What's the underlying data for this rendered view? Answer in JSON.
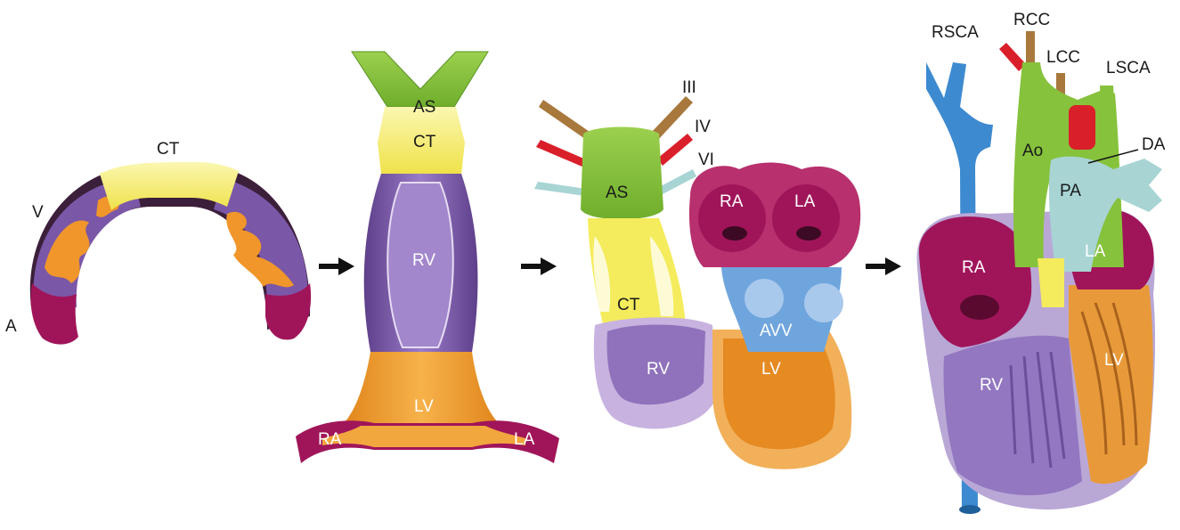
{
  "colors": {
    "atrium": "#a0155a",
    "atrium_dark": "#6d0e3c",
    "ventricle_primitive": "#7b57a8",
    "right_ventricle": "#9a82c4",
    "left_ventricle": "#ef9a2c",
    "conotruncus": "#f4ec5c",
    "aortic_sac": "#86c23c",
    "avv": "#6fa5dd",
    "red_arch": "#d9202a",
    "brown_arch": "#a8783c",
    "pale_arch": "#a8d4d4",
    "vein_blue": "#3d8ad0"
  },
  "stage1": {
    "label_ct": "CT",
    "label_v": "V",
    "label_a": "A"
  },
  "stage2": {
    "label_as": "AS",
    "label_ct": "CT",
    "label_rv": "RV",
    "label_lv": "LV",
    "label_ra": "RA",
    "label_la": "LA"
  },
  "stage3": {
    "label_iii": "III",
    "label_iv": "IV",
    "label_vi": "VI",
    "label_as": "AS",
    "label_ct": "CT",
    "label_ra": "RA",
    "label_la": "LA",
    "label_avv": "AVV",
    "label_rv": "RV",
    "label_lv": "LV"
  },
  "stage4": {
    "label_rsca": "RSCA",
    "label_rcc": "RCC",
    "label_lcc": "LCC",
    "label_lsca": "LSCA",
    "label_ao": "Ao",
    "label_da": "DA",
    "label_pa": "PA",
    "label_ra": "RA",
    "label_la": "LA",
    "label_rv": "RV",
    "label_lv": "LV"
  },
  "arrows": [
    "right-arrow",
    "right-arrow",
    "right-arrow"
  ]
}
